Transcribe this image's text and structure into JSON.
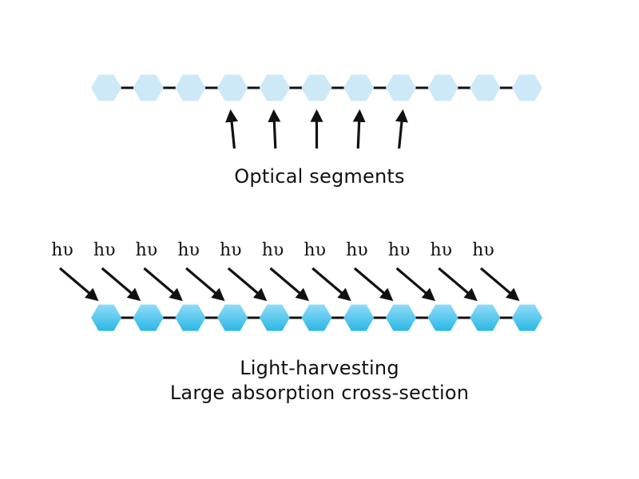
{
  "colors": {
    "background": "#ffffff",
    "optical_hexagon": "#cde9f7",
    "harvesting_hexagon_top": "#8fdcf7",
    "harvesting_hexagon_bottom": "#2bb7e6",
    "bond_line": "#111111",
    "arrow": "#111111"
  },
  "top_chain": {
    "unit_count": 11,
    "excited_units": [
      3,
      4,
      5,
      6,
      7
    ],
    "caption": "Optical segments"
  },
  "bottom_chain": {
    "unit_count": 11,
    "photon_label": "hυ",
    "caption_line1": "Light-harvesting",
    "caption_line2": "Large absorption cross-section"
  }
}
